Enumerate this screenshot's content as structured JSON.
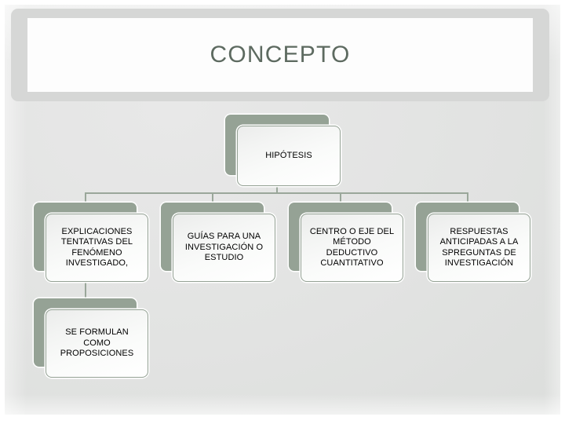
{
  "slide": {
    "title": "CONCEPTO",
    "title_color": "#5d6a60",
    "background_color": "#e3e4e3",
    "accent_color": "#95a295",
    "connector_color": "#9aa79a",
    "node_text_color": "#000000"
  },
  "diagram": {
    "type": "hierarchy",
    "root": {
      "name": "hipotesis",
      "label": "HIPÓTESIS"
    },
    "children": [
      {
        "name": "explicaciones",
        "label": "EXPLICACIONES TENTATIVAS DEL FENÓMENO INVESTIGADO,",
        "child": {
          "name": "proposiciones",
          "label": "SE FORMULAN COMO PROPOSICIONES"
        }
      },
      {
        "name": "guias",
        "label": "GUÍAS PARA UNA INVESTIGACIÓN O ESTUDIO"
      },
      {
        "name": "centro-eje",
        "label": "CENTRO O EJE DEL MÉTODO DEDUCTIVO CUANTITATIVO"
      },
      {
        "name": "respuestas",
        "label": "RESPUESTAS ANTICIPADAS A LA SPREGUNTAS DE INVESTIGACIÓN"
      }
    ]
  }
}
